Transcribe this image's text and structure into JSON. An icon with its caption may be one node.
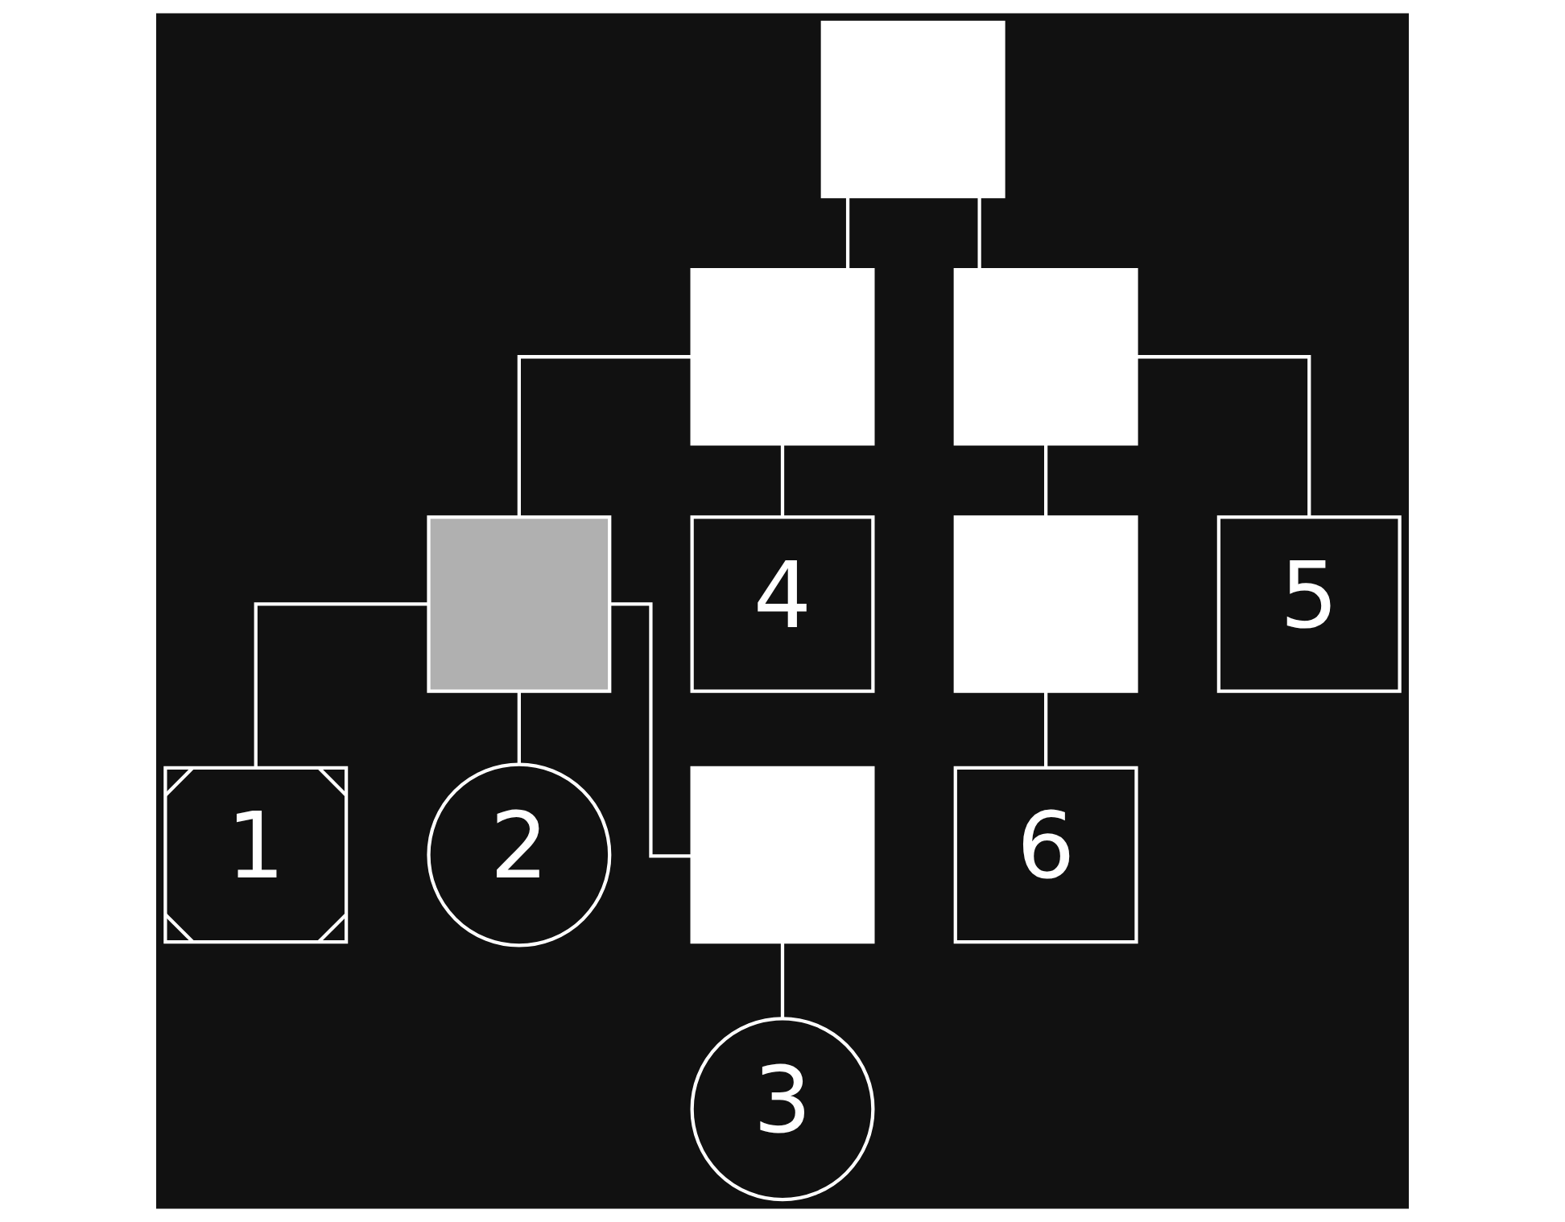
{
  "diagram": {
    "nodes": [
      {
        "text": [],
        "shape": "box"
      },
      {
        "text": [],
        "shape": "box"
      },
      {
        "text": [],
        "shape": "box"
      },
      {
        "text": [],
        "shape": "box"
      },
      {
        "text": [
          "4"
        ]
      },
      {
        "text": [],
        "shape": "box"
      },
      {
        "text": [
          "5"
        ]
      },
      {
        "text": [
          "1"
        ]
      },
      {
        "text": [
          "2"
        ]
      },
      {
        "text": [],
        "shape": "box"
      },
      {
        "text": [
          "6"
        ]
      },
      {
        "text": [
          "3"
        ]
      }
    ],
    "edges": [
      {
        "from": 0,
        "to": 1,
        "arrow": "none"
      },
      {
        "from": 0,
        "to": 2,
        "arrow": "none"
      },
      {
        "from": 1,
        "to": 3,
        "arrow": "none"
      },
      {
        "from": 1,
        "to": 4,
        "arrow": "none"
      },
      {
        "from": 2,
        "to": 5,
        "arrow": "none"
      },
      {
        "from": 2,
        "to": 6,
        "arrow": "none"
      },
      {
        "from": 3,
        "to": 7,
        "arrow": "none"
      },
      {
        "from": 3,
        "to": 8,
        "arrow": "none"
      },
      {
        "from": 3,
        "to": 9,
        "arrow": "none"
      },
      {
        "from": 5,
        "to": 10,
        "arrow": "none"
      },
      {
        "from": 9,
        "to": 11,
        "arrow": "none"
      }
    ]
  }
}
